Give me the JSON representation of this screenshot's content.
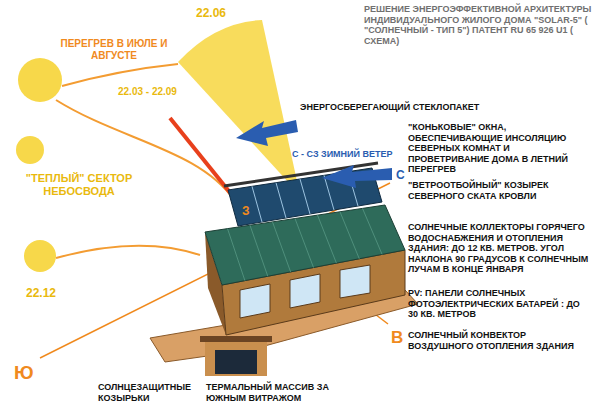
{
  "diagram": {
    "title": "РЕШЕНИЕ ЭНЕРГОЭФФЕКТИВНОЙ АРХИТЕКТУРЫ ИНДИВИДУАЛЬНОГО ЖИЛОГО ДОМА \"SOLAR-5\" ( \"СОЛНЕЧНЫЙ - ТИП 5\") ПАТЕНТ RU 65 926 U1 ( СХЕМА)",
    "labels": [
      "ПЕРЕГРЕВ В ИЮЛЕ И АВГУСТЕ",
      "22.06",
      "22.03 - 22.09",
      "\"ТЕПЛЫЙ\" СЕКТОР НЕБОСВОДА",
      "С - СЗ ЗИМНИЙ ВЕТЕР",
      "С",
      "З",
      "ЭНЕРГОСБЕРЕГАЮЩИЙ СТЕКЛОПАКЕТ",
      "\"КОНЬКОВЫЕ\" ОКНА, ОБЕСПЕЧИВАЮЩИЕ ИНСОЛЯЦИЮ СЕВЕРНЫХ КОМНАТ И ПРОВЕТРИВАНИЕ ДОМА В ЛЕТНИЙ ПЕРЕГРЕВ",
      "\"ВЕТРООТБОЙНЫЙ\" КОЗЫРЕК СЕВЕРНОГО СКАТА КРОВЛИ",
      "СОЛНЕЧНЫЕ КОЛЛЕКТОРЫ ГОРЯЧЕГО ВОДОСНАБЖЕНИЯ И ОТОПЛЕНИЯ ЗДАНИЯ: ДО 12 КВ. МЕТРОВ. УГОЛ НАКЛОНА 90 ГРАДУСОВ К СОЛНЕЧНЫМ ЛУЧАМ В КОНЦЕ ЯНВАРЯ",
      "PV: ПАНЕЛИ СОЛНЕЧНЫХ ФОТОЭЛЕКТРИЧЕСКИХ БАТАРЕЙ : ДО 30 КВ. МЕТРОВ",
      "СОЛНЕЧНЫЙ КОНВЕКТОР ВОЗДУШНОГО ОТОПЛЕНИЯ ЗДАНИЯ",
      "22.12",
      "В",
      "Ю",
      "СОЛНЦЕЗАЩИТНЫЕ КОЗЫРЬКИ",
      "ТЕРМАЛЬНЫЙ МАССИВ ЗА ЮЖНЫМ ВИТРАЖОМ"
    ]
  }
}
